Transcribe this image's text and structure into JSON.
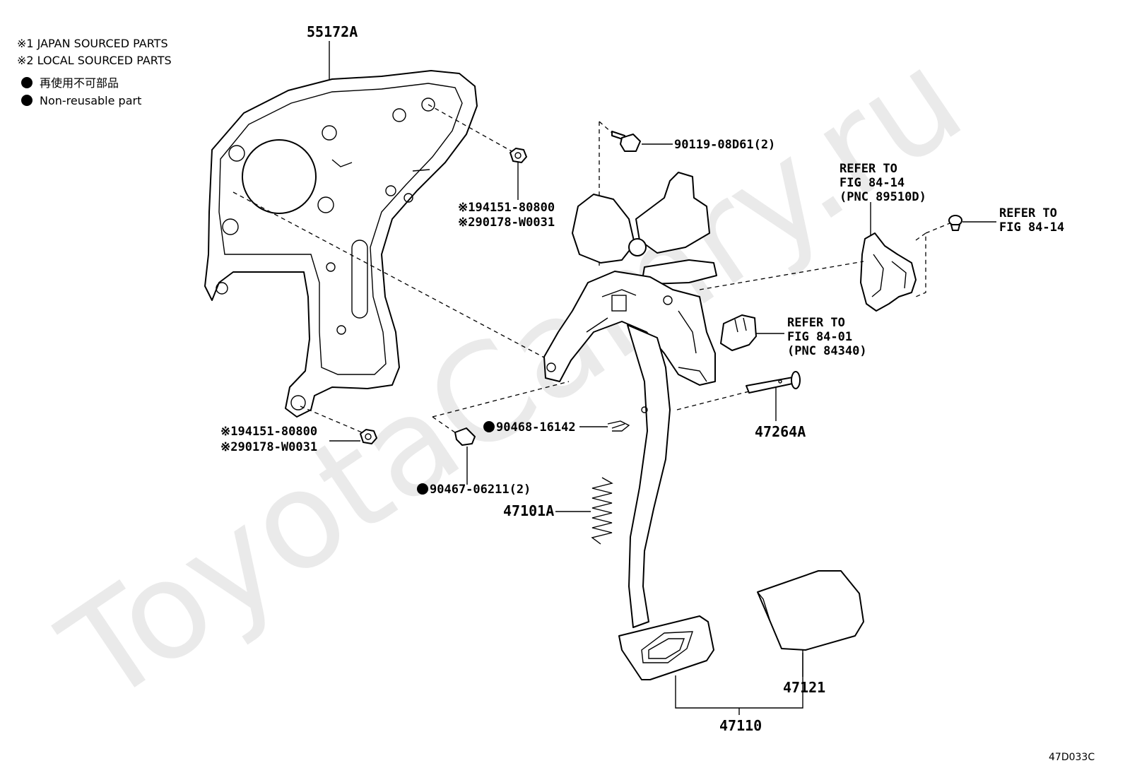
{
  "legend": {
    "line1": "※1 JAPAN SOURCED PARTS",
    "line2": "※2 LOCAL SOURCED PARTS",
    "line3": "再使用不可部品",
    "line4": "Non-reusable part"
  },
  "watermark": "ToyotaCamry.ru",
  "figure_code": "47D033C",
  "labels": {
    "p55172a": "55172A",
    "nut_top_1": "※194151-80800",
    "nut_top_2": "※290178-W0031",
    "nut_bot_1": "※194151-80800",
    "nut_bot_2": "※290178-W0031",
    "bolt": "90119-08D61(2)",
    "refer_a_1": "REFER TO",
    "refer_a_2": "FIG 84-14",
    "refer_a_3": "(PNC 89510D)",
    "refer_b_1": "REFER TO",
    "refer_b_2": "FIG 84-14",
    "refer_c_1": "REFER TO",
    "refer_c_2": "FIG 84-01",
    "refer_c_3": "(PNC 84340)",
    "clip": "90468-16142",
    "cushion": "90467-06211(2)",
    "spring": "47101A",
    "pin": "47264A",
    "pad": "47121",
    "pedal": "47110"
  }
}
